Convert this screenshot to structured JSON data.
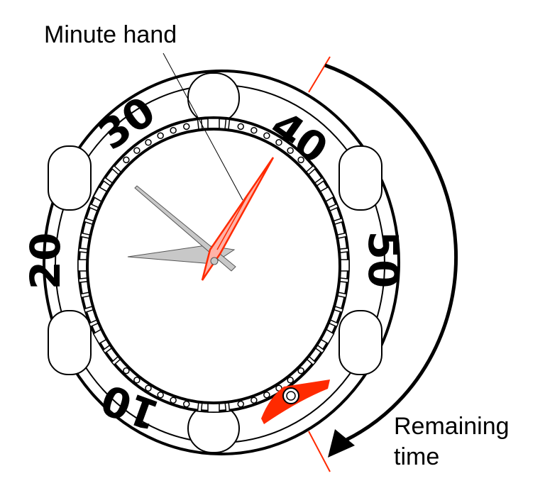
{
  "labels": {
    "minute_hand": "Minute hand",
    "remaining_line1": "Remaining",
    "remaining_line2": "time"
  },
  "bezel_numbers": [
    "10",
    "20",
    "30",
    "40",
    "50"
  ],
  "colors": {
    "accent": "#ff2a00",
    "hand_gray": "#c8c8c8",
    "line": "#000000"
  }
}
